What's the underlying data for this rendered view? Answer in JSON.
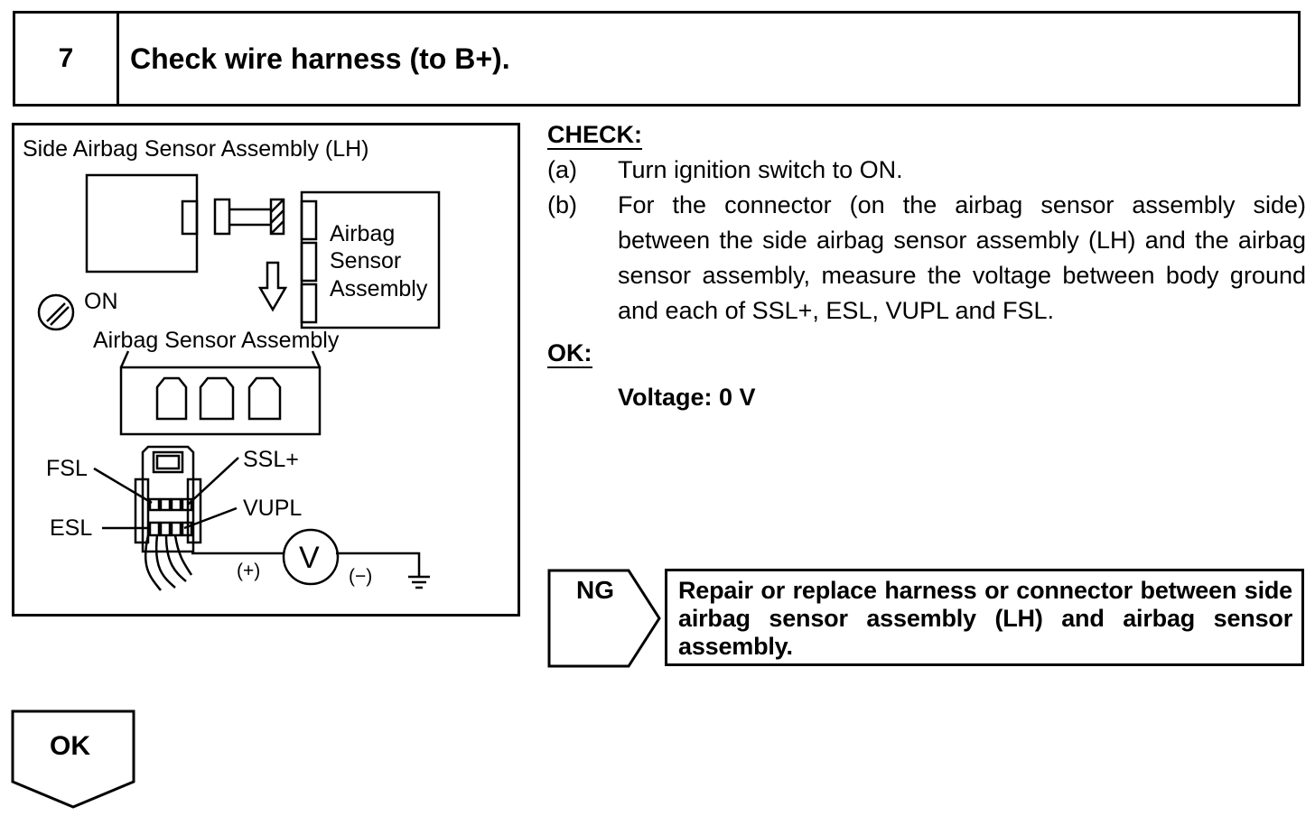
{
  "step": {
    "number": "7",
    "title": "Check wire harness (to B+)."
  },
  "diagram": {
    "title": "Side Airbag Sensor Assembly (LH)",
    "airbag_sensor_box": [
      "Airbag",
      "Sensor",
      "Assembly"
    ],
    "ignition_label": "ON",
    "assembly_label": "Airbag Sensor Assembly",
    "terminals": {
      "fsl": "FSL",
      "ssl_plus": "SSL+",
      "vupl": "VUPL",
      "esl": "ESL"
    },
    "meter": {
      "symbol": "V",
      "plus": "(+)",
      "minus": "(−)"
    }
  },
  "check": {
    "heading": "CHECK:",
    "steps": [
      {
        "label": "(a)",
        "text": "Turn ignition switch to ON."
      },
      {
        "label": "(b)",
        "text": "For the connector (on the airbag sensor assembly side) between the side airbag sensor assembly (LH) and the airbag sensor assembly, measure the voltage between body ground and each of SSL+, ESL, VUPL and FSL."
      }
    ],
    "ok_heading": "OK:",
    "spec": "Voltage: 0 V"
  },
  "ng": {
    "label": "NG",
    "text": "Repair or replace harness or connector between side airbag sensor assembly (LH) and airbag sensor assembly."
  },
  "ok": {
    "label": "OK"
  }
}
